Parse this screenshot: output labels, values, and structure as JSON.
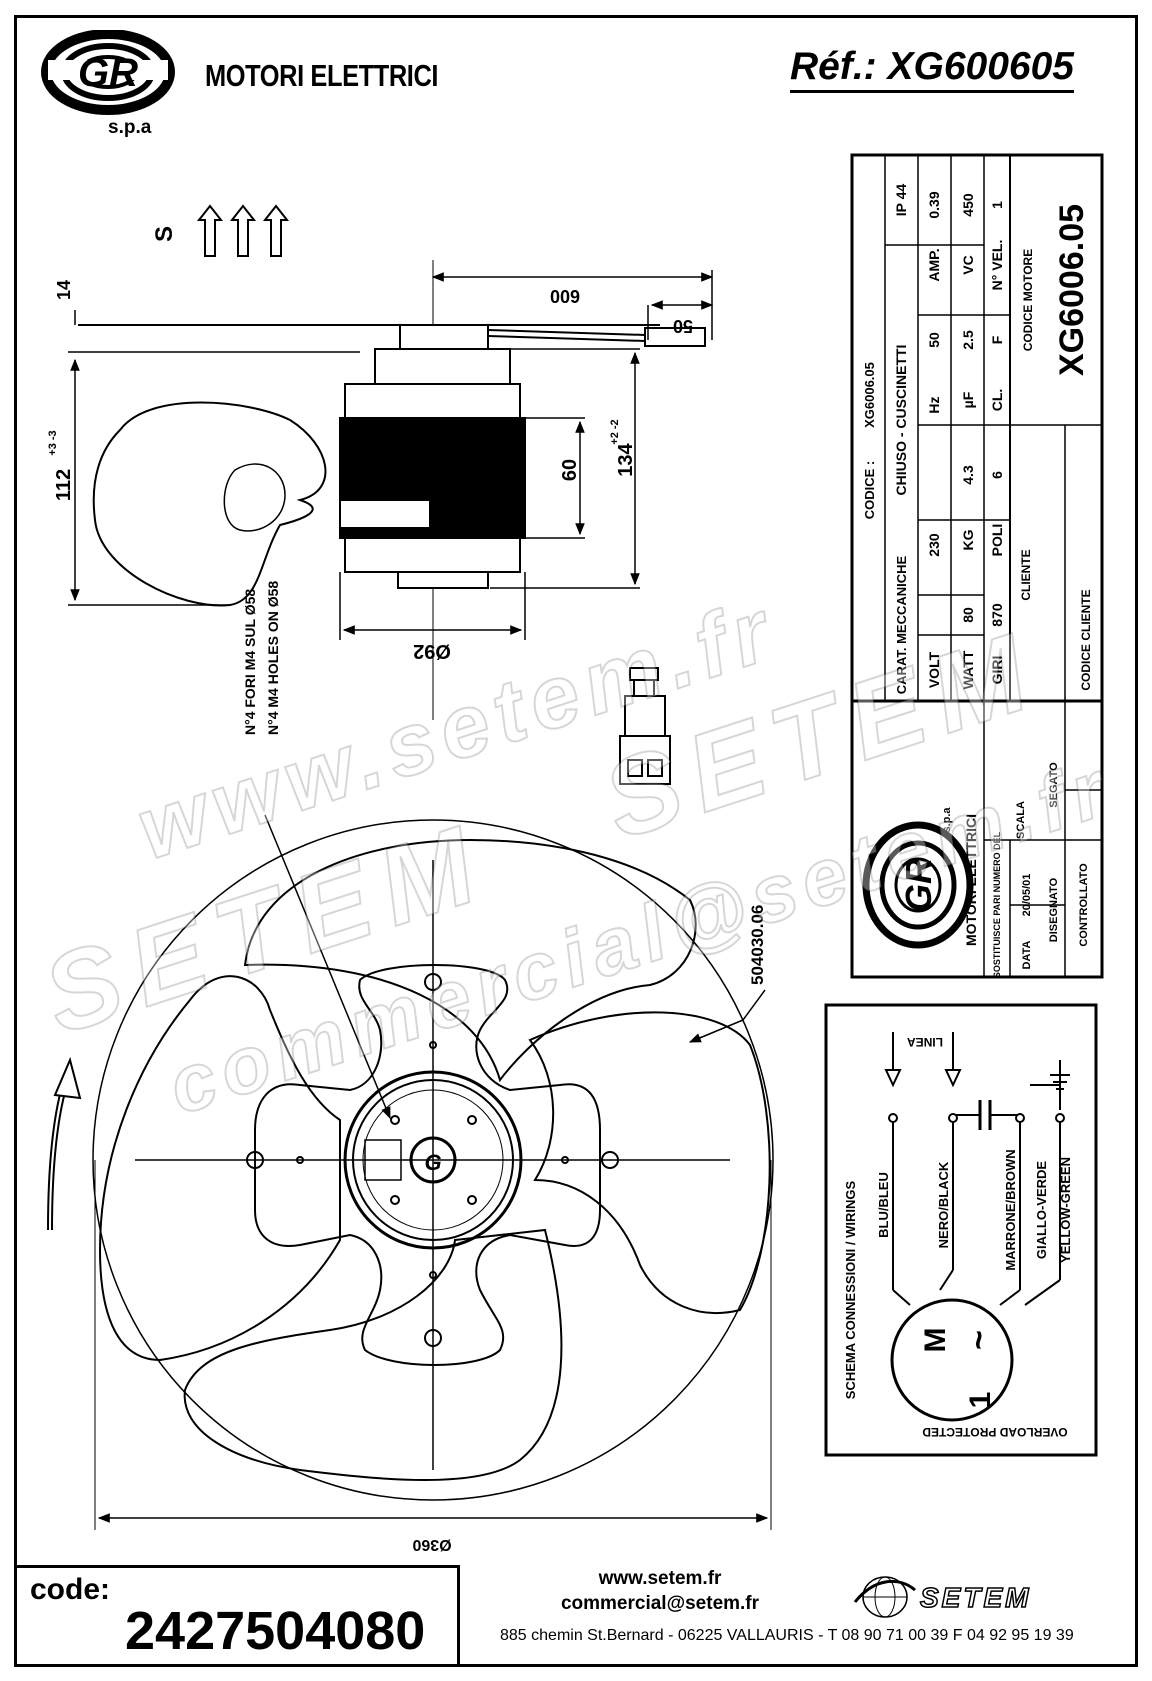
{
  "header": {
    "brand": "MOTORI ELETTRICI",
    "spa": "s.p.a",
    "reference": "Réf.: XG600605"
  },
  "drawing": {
    "direction_label": "S",
    "dim_14": "14",
    "dim_600": "600",
    "dim_50": "50",
    "dim_112": "112",
    "dim_112_tol": "+3 -3",
    "dim_60": "60",
    "dim_134": "134",
    "dim_134_tol": "+2 -2",
    "dim_92": "Ø92",
    "dim_360": "Ø360",
    "holes_it": "N°4 FORI M4 SUL Ø58",
    "holes_en": "N°4 M4 HOLES ON Ø58",
    "fan_code": "504030.06"
  },
  "spec_table": {
    "codice_label": "CODICE :",
    "codice_value": "XG6006.05",
    "carat_label": "CARAT. MECCANICHE",
    "carat_value": "CHIUSO - CUSCINETTI",
    "ip": "IP 44",
    "row1": [
      "VOLT",
      "230",
      "Hz",
      "50",
      "AMP.",
      "0.39"
    ],
    "row2": [
      "WATT",
      "80",
      "KG",
      "4.3",
      "µF",
      "2.5",
      "VC",
      "450"
    ],
    "row3": [
      "GIRI",
      "870",
      "POLI",
      "6",
      "CL.",
      "F",
      "N° VEL.",
      "1"
    ],
    "cliente": "CLIENTE",
    "codice_motore_label": "CODICE MOTORE",
    "codice_motore": "XG6006.05",
    "codice_cliente": "CODICE CLIENTE"
  },
  "title_block": {
    "sostituisce": "SOSTITUISCE PARI NUMERO DEL",
    "scala": "SCALA",
    "data_label": "DATA",
    "data_value": "20/05/01",
    "disegnato": "DISEGNATO",
    "segato": "SEGATO",
    "controllato": "CONTROLLATO",
    "logo_brand": "MOTORI ELETTRICI",
    "logo_spa": "s.p.a"
  },
  "wiring": {
    "title": "SCHEMA CONNESSIONI / WIRINGS",
    "linea": "LINEA",
    "blu": "BLU/BLEU",
    "nero": "NERO/BLACK",
    "marrone": "MARRONE/BROWN",
    "giallo_it": "GIALLO-VERDE",
    "giallo_en": "YELLOW-GREEN",
    "motor_m": "M",
    "motor_1": "1",
    "motor_tilde": "~",
    "overload": "OVERLOAD PROTECTED"
  },
  "watermark": {
    "line1": "www.setem.fr",
    "line2": "SETEM",
    "line3": "commercial@setem.fr",
    "line4": "SETEM"
  },
  "footer": {
    "code_label": "code:",
    "code_value": "2427504080",
    "web": "www.setem.fr",
    "mail": "commercial@setem.fr",
    "address": "885 chemin St.Bernard  -  06225 VALLAURIS  -  T 08 90 71 00 39  F 04 92 95 19 39",
    "logo": "SETEM"
  }
}
